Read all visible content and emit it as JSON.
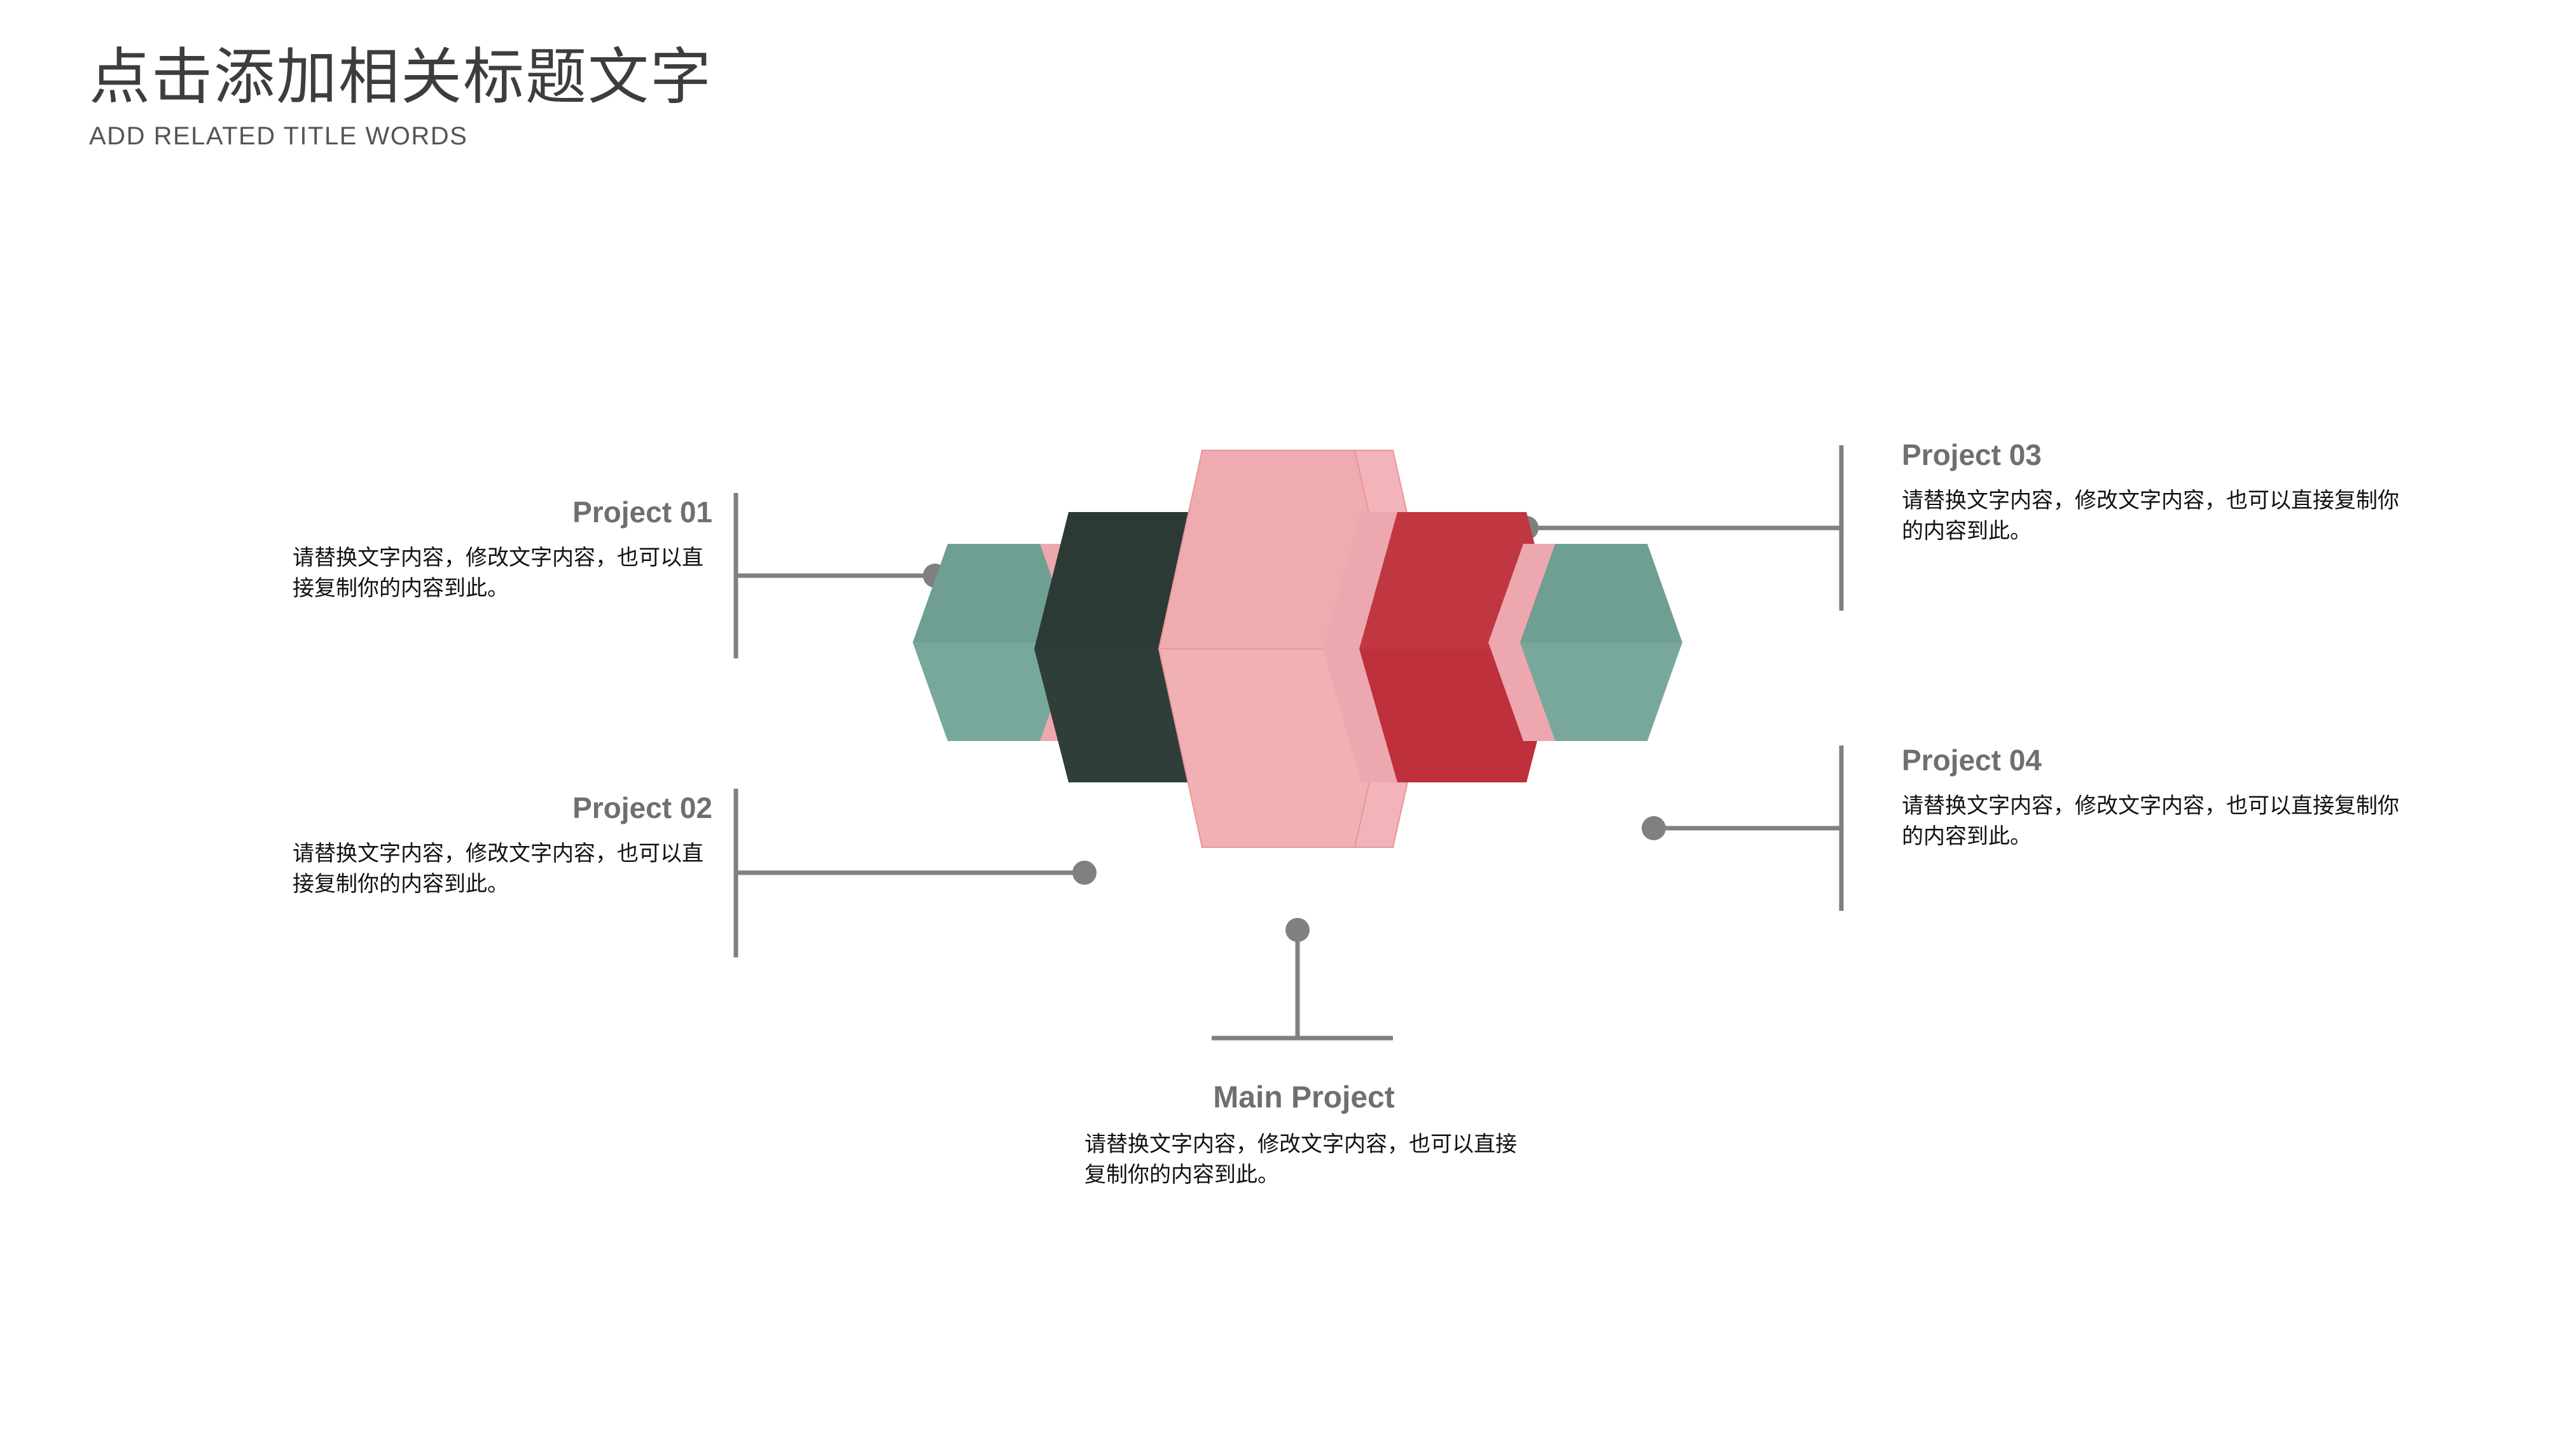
{
  "header": {
    "title_cn": "点击添加相关标题文字",
    "title_en": "ADD RELATED TITLE WORDS"
  },
  "body_text_short": "请替换文字内容，修改文字内容，也可以直接复制你的内容到此。",
  "projects": {
    "p1": {
      "title": "Project 01",
      "body": "请替换文字内容，修改文字内容，也可以直接复制你的内容到此。"
    },
    "p2": {
      "title": "Project 02",
      "body": "请替换文字内容，修改文字内容，也可以直接复制你的内容到此。"
    },
    "p3": {
      "title": "Project 03",
      "body": "请替换文字内容，修改文字内容，也可以直接复制你的内容到此。"
    },
    "p4": {
      "title": "Project 04",
      "body": "请替换文字内容，修改文字内容，也可以直接复制你的内容到此。"
    },
    "main": {
      "title": "Main Project",
      "body": "请替换文字内容，修改文字内容，也可以直接复制你的内容到此。"
    }
  },
  "colors": {
    "background": "#ffffff",
    "title_cn": "#3d3d3d",
    "title_en": "#555555",
    "project_title": "#6f6f6f",
    "body_text": "#111111",
    "connector": "#808080",
    "green": "#6e9f92",
    "dark_green": "#303e39",
    "red": "#be303c",
    "pink": "#efacb0",
    "pink_side": "#eca8ae",
    "pink_light": "#f4bcc0"
  },
  "diagram": {
    "type": "layered-chevron-prisms",
    "shape_count": 5,
    "shapes": [
      {
        "name": "green-left-outer",
        "face": "#6e9f92",
        "side": "#eca8ae",
        "order": 1
      },
      {
        "name": "dark-green-left",
        "face": "#303e39",
        "side": "#eca8ae",
        "order": 2
      },
      {
        "name": "pink-center-main",
        "face": "#efacb0",
        "side": "#f2b4b8",
        "order": 3
      },
      {
        "name": "red-right",
        "face": "#be303c",
        "side": "#eca8ae",
        "order": 4
      },
      {
        "name": "green-right-outer",
        "face": "#6e9f92",
        "side": "#eca8ae",
        "order": 5
      }
    ]
  }
}
